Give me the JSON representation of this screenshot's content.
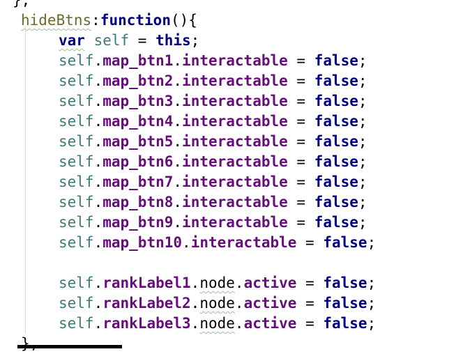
{
  "editor": {
    "lines": [
      {
        "indent": 0,
        "tokens": [
          {
            "t": "},",
            "c": "plain"
          }
        ]
      },
      {
        "indent": 1,
        "tokens": [
          {
            "t": "hideBtns",
            "c": "fn",
            "s": 1
          },
          {
            "t": ":",
            "c": "plain"
          },
          {
            "t": "function",
            "c": "kw"
          },
          {
            "t": "(){",
            "c": "plain"
          }
        ]
      },
      {
        "indent": 2,
        "tokens": [
          {
            "t": "var",
            "c": "kw",
            "s": 1
          },
          {
            "t": " self",
            "c": "var"
          },
          {
            "t": " = ",
            "c": "plain"
          },
          {
            "t": "this",
            "c": "kw"
          },
          {
            "t": ";",
            "c": "plain"
          }
        ]
      },
      {
        "indent": 2,
        "tokens": [
          {
            "t": "self",
            "c": "var"
          },
          {
            "t": ".",
            "c": "plain"
          },
          {
            "t": "map_btn1",
            "c": "prop"
          },
          {
            "t": ".",
            "c": "plain"
          },
          {
            "t": "interactable",
            "c": "prop"
          },
          {
            "t": " = ",
            "c": "plain"
          },
          {
            "t": "false",
            "c": "kw"
          },
          {
            "t": ";",
            "c": "plain"
          }
        ]
      },
      {
        "indent": 2,
        "tokens": [
          {
            "t": "self",
            "c": "var"
          },
          {
            "t": ".",
            "c": "plain"
          },
          {
            "t": "map_btn2",
            "c": "prop"
          },
          {
            "t": ".",
            "c": "plain"
          },
          {
            "t": "interactable",
            "c": "prop"
          },
          {
            "t": " = ",
            "c": "plain"
          },
          {
            "t": "false",
            "c": "kw"
          },
          {
            "t": ";",
            "c": "plain"
          }
        ]
      },
      {
        "indent": 2,
        "tokens": [
          {
            "t": "self",
            "c": "var"
          },
          {
            "t": ".",
            "c": "plain"
          },
          {
            "t": "map_btn3",
            "c": "prop"
          },
          {
            "t": ".",
            "c": "plain"
          },
          {
            "t": "interactable",
            "c": "prop"
          },
          {
            "t": " = ",
            "c": "plain"
          },
          {
            "t": "false",
            "c": "kw"
          },
          {
            "t": ";",
            "c": "plain"
          }
        ]
      },
      {
        "indent": 2,
        "tokens": [
          {
            "t": "self",
            "c": "var"
          },
          {
            "t": ".",
            "c": "plain"
          },
          {
            "t": "map_btn4",
            "c": "prop"
          },
          {
            "t": ".",
            "c": "plain"
          },
          {
            "t": "interactable",
            "c": "prop"
          },
          {
            "t": " = ",
            "c": "plain"
          },
          {
            "t": "false",
            "c": "kw"
          },
          {
            "t": ";",
            "c": "plain"
          }
        ]
      },
      {
        "indent": 2,
        "tokens": [
          {
            "t": "self",
            "c": "var"
          },
          {
            "t": ".",
            "c": "plain"
          },
          {
            "t": "map_btn5",
            "c": "prop"
          },
          {
            "t": ".",
            "c": "plain"
          },
          {
            "t": "interactable",
            "c": "prop"
          },
          {
            "t": " = ",
            "c": "plain"
          },
          {
            "t": "false",
            "c": "kw"
          },
          {
            "t": ";",
            "c": "plain"
          }
        ]
      },
      {
        "indent": 2,
        "tokens": [
          {
            "t": "self",
            "c": "var"
          },
          {
            "t": ".",
            "c": "plain"
          },
          {
            "t": "map_btn6",
            "c": "prop"
          },
          {
            "t": ".",
            "c": "plain"
          },
          {
            "t": "interactable",
            "c": "prop"
          },
          {
            "t": " = ",
            "c": "plain"
          },
          {
            "t": "false",
            "c": "kw"
          },
          {
            "t": ";",
            "c": "plain"
          }
        ]
      },
      {
        "indent": 2,
        "tokens": [
          {
            "t": "self",
            "c": "var"
          },
          {
            "t": ".",
            "c": "plain"
          },
          {
            "t": "map_btn7",
            "c": "prop"
          },
          {
            "t": ".",
            "c": "plain"
          },
          {
            "t": "interactable",
            "c": "prop"
          },
          {
            "t": " = ",
            "c": "plain"
          },
          {
            "t": "false",
            "c": "kw"
          },
          {
            "t": ";",
            "c": "plain"
          }
        ]
      },
      {
        "indent": 2,
        "tokens": [
          {
            "t": "self",
            "c": "var"
          },
          {
            "t": ".",
            "c": "plain"
          },
          {
            "t": "map_btn8",
            "c": "prop"
          },
          {
            "t": ".",
            "c": "plain"
          },
          {
            "t": "interactable",
            "c": "prop"
          },
          {
            "t": " = ",
            "c": "plain"
          },
          {
            "t": "false",
            "c": "kw"
          },
          {
            "t": ";",
            "c": "plain"
          }
        ]
      },
      {
        "indent": 2,
        "tokens": [
          {
            "t": "self",
            "c": "var"
          },
          {
            "t": ".",
            "c": "plain"
          },
          {
            "t": "map_btn9",
            "c": "prop"
          },
          {
            "t": ".",
            "c": "plain"
          },
          {
            "t": "interactable",
            "c": "prop"
          },
          {
            "t": " = ",
            "c": "plain"
          },
          {
            "t": "false",
            "c": "kw"
          },
          {
            "t": ";",
            "c": "plain"
          }
        ]
      },
      {
        "indent": 2,
        "tokens": [
          {
            "t": "self",
            "c": "var"
          },
          {
            "t": ".",
            "c": "plain"
          },
          {
            "t": "map_btn10",
            "c": "prop"
          },
          {
            "t": ".",
            "c": "plain"
          },
          {
            "t": "interactable",
            "c": "prop"
          },
          {
            "t": " = ",
            "c": "plain"
          },
          {
            "t": "false",
            "c": "kw"
          },
          {
            "t": ";",
            "c": "plain"
          }
        ]
      },
      {
        "indent": 2,
        "tokens": []
      },
      {
        "indent": 2,
        "tokens": [
          {
            "t": "self",
            "c": "var"
          },
          {
            "t": ".",
            "c": "plain"
          },
          {
            "t": "rankLabel1",
            "c": "prop"
          },
          {
            "t": ".",
            "c": "plain"
          },
          {
            "t": "node",
            "c": "plain",
            "s": 1
          },
          {
            "t": ".",
            "c": "plain"
          },
          {
            "t": "active",
            "c": "prop"
          },
          {
            "t": " = ",
            "c": "plain"
          },
          {
            "t": "false",
            "c": "kw"
          },
          {
            "t": ";",
            "c": "plain"
          }
        ]
      },
      {
        "indent": 2,
        "tokens": [
          {
            "t": "self",
            "c": "var"
          },
          {
            "t": ".",
            "c": "plain"
          },
          {
            "t": "rankLabel2",
            "c": "prop"
          },
          {
            "t": ".",
            "c": "plain"
          },
          {
            "t": "node",
            "c": "plain",
            "s": 1
          },
          {
            "t": ".",
            "c": "plain"
          },
          {
            "t": "active",
            "c": "prop"
          },
          {
            "t": " = ",
            "c": "plain"
          },
          {
            "t": "false",
            "c": "kw"
          },
          {
            "t": ";",
            "c": "plain"
          }
        ]
      },
      {
        "indent": 2,
        "tokens": [
          {
            "t": "self",
            "c": "var"
          },
          {
            "t": ".",
            "c": "plain"
          },
          {
            "t": "rankLabel3",
            "c": "prop"
          },
          {
            "t": ".",
            "c": "plain"
          },
          {
            "t": "node",
            "c": "plain",
            "s": 1
          },
          {
            "t": ".",
            "c": "plain"
          },
          {
            "t": "active",
            "c": "prop"
          },
          {
            "t": " = ",
            "c": "plain"
          },
          {
            "t": "false",
            "c": "kw"
          },
          {
            "t": ";",
            "c": "plain"
          }
        ]
      },
      {
        "indent": 1,
        "tokens": [
          {
            "t": "},",
            "c": "plain"
          }
        ]
      }
    ]
  }
}
